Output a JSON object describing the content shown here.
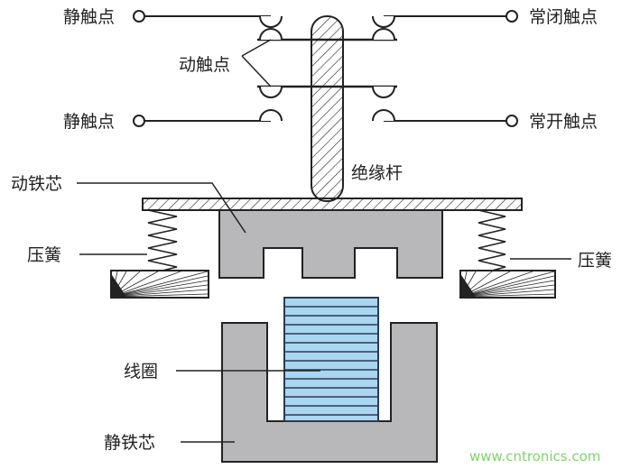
{
  "labels": {
    "static_contact_top": "静触点",
    "static_contact_bottom": "静触点",
    "moving_contact": "动触点",
    "nc_contact": "常闭触点",
    "no_contact": "常开触点",
    "insulating_rod": "绝缘杆",
    "moving_core": "动铁芯",
    "spring_left": "压簧",
    "spring_right": "压簧",
    "coil": "线圈",
    "static_core": "静铁芯"
  },
  "watermark": "www.cntronics.com",
  "colors": {
    "line": "#222222",
    "core": "#b8b8ba",
    "coil": "#a9d6f0",
    "coil_line": "#2a3a55",
    "watermark": "#7fd36a"
  }
}
